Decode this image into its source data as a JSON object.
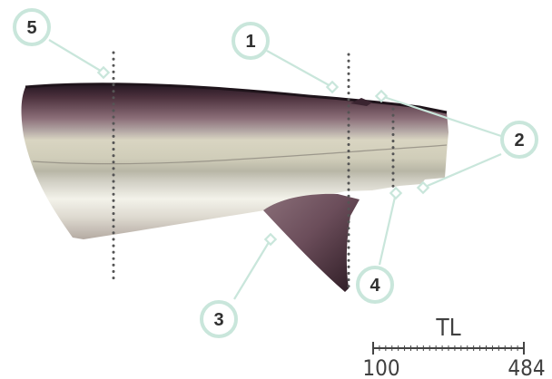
{
  "diagram": {
    "callouts": [
      {
        "id": "1",
        "label": "1"
      },
      {
        "id": "2",
        "label": "2"
      },
      {
        "id": "3",
        "label": "3"
      },
      {
        "id": "4",
        "label": "4"
      },
      {
        "id": "5",
        "label": "5"
      }
    ],
    "scale": {
      "axis_label": "TL",
      "min_label": "100",
      "max_label": "484"
    },
    "colors": {
      "callout_ring": "#c9e6db",
      "dorsal_dark": "#3f2630",
      "belly_light": "#ecebe0",
      "fin": "#6b4d5a",
      "measure_line": "#555555"
    }
  }
}
